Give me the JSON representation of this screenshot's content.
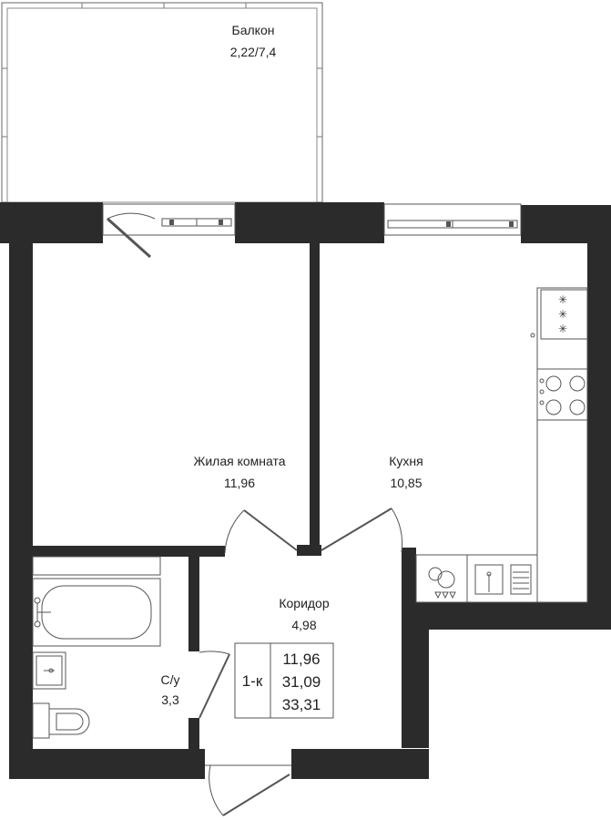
{
  "rooms": {
    "balcony": {
      "name": "Балкон",
      "area": "2,22/7,4"
    },
    "living": {
      "name": "Жилая комната",
      "area": "11,96"
    },
    "kitchen": {
      "name": "Кухня",
      "area": "10,85"
    },
    "corridor": {
      "name": "Коридор",
      "area": "4,98"
    },
    "bathroom": {
      "name": "С/у",
      "area": "3,3"
    }
  },
  "summary": {
    "type": "1-к",
    "living_area": "11,96",
    "area_without_balcony": "31,09",
    "total_area": "33,31"
  },
  "colors": {
    "wall": "#2b2b2b",
    "line": "#555555",
    "background": "#ffffff"
  }
}
